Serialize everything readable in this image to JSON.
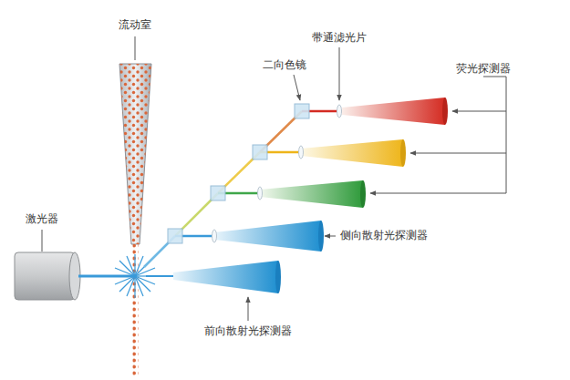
{
  "diagram": {
    "labels": [
      "流动室",
      "带通滤光片",
      "二向色镜",
      "荧光探测器",
      "激光器",
      "侧向散射光探测器",
      "前向散射光探测器"
    ]
  }
}
